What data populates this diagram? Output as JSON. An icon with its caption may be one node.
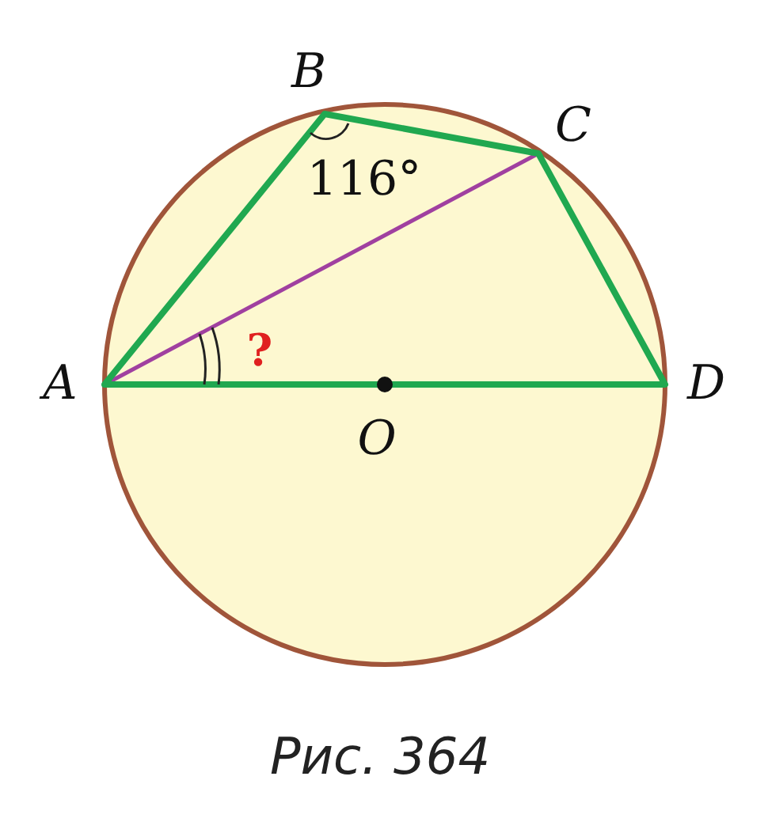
{
  "diagram": {
    "caption": "Рис. 364",
    "labels": [
      "B",
      "C",
      "116°",
      "?",
      "A",
      "D",
      "O"
    ]
  }
}
